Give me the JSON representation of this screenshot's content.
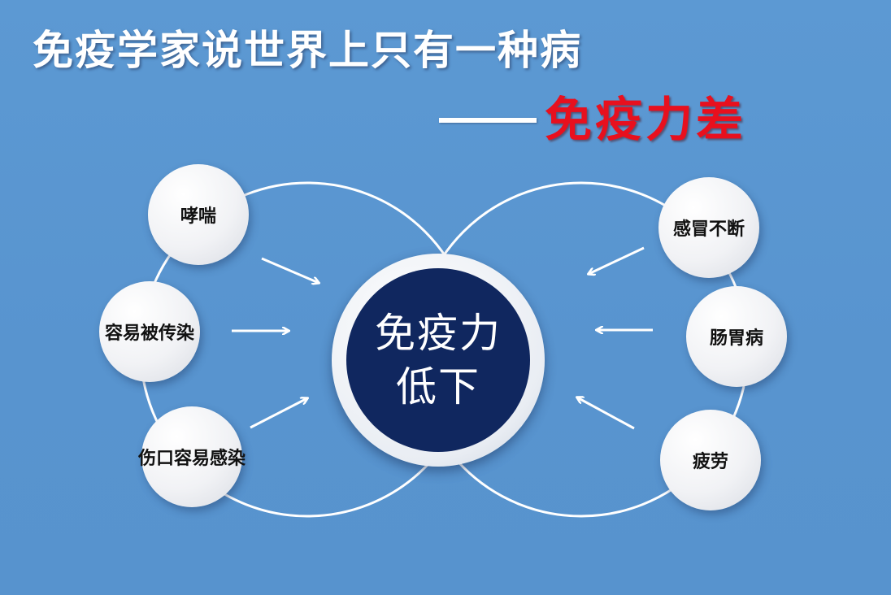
{
  "header": {
    "title": "免疫学家说世界上只有一种病",
    "subtitle": "免疫力差"
  },
  "center": {
    "line1": "免疫力",
    "line2": "低下"
  },
  "left_nodes": [
    {
      "label": "哮喘"
    },
    {
      "label": "容易被传染"
    },
    {
      "label": "伤口容易感染"
    }
  ],
  "right_nodes": [
    {
      "label": "感冒不断"
    },
    {
      "label": "肠胃病"
    },
    {
      "label": "疲劳"
    }
  ],
  "colors": {
    "background": "#5b97d1",
    "title": "#ffffff",
    "subtitle": "#e8101e",
    "center_fill": "#10275f",
    "node_fill": "#f1f2f5",
    "lines": "#ffffff"
  }
}
